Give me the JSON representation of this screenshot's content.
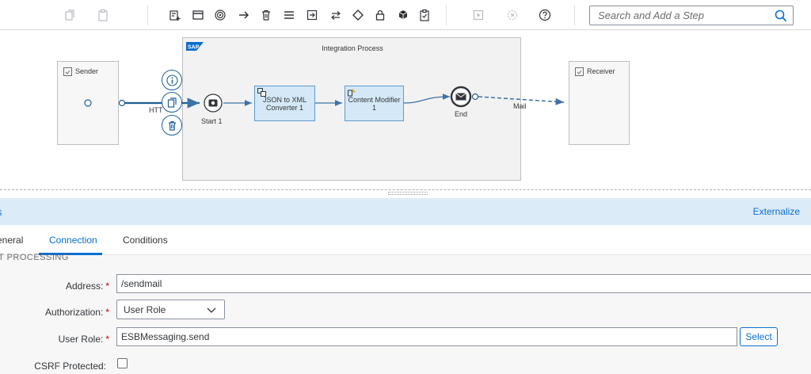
{
  "toolbar": {
    "icons": [
      "copy-icon",
      "paste-icon",
      "add-step-icon",
      "window-icon",
      "target-icon",
      "arrow-right-icon",
      "trash-icon",
      "menu-icon",
      "import-icon",
      "swap-icon",
      "diamond-icon",
      "lock-icon",
      "package-icon",
      "clipboard-icon",
      "run-icon",
      "cancel-icon",
      "help-icon"
    ],
    "search_placeholder": "Search and Add a Step"
  },
  "canvas": {
    "sender": {
      "title": "Sender"
    },
    "receiver": {
      "title": "Receiver"
    },
    "integration_process": {
      "title": "Integration Process",
      "logo_text": "SAP"
    },
    "sender_channel_label": "HTT",
    "start": {
      "label": "Start 1"
    },
    "json_step": {
      "line1": "JSON to XML",
      "line2": "Converter 1"
    },
    "content_step": {
      "line1": "Content Modifier",
      "line2": "1"
    },
    "end": {
      "label": "End"
    },
    "mail_label": "Mail"
  },
  "properties": {
    "header_left": "s",
    "externalize": "Externalize",
    "tabs": [
      {
        "label": "eneral"
      },
      {
        "label": "Connection"
      },
      {
        "label": "Conditions"
      }
    ],
    "section_cut": "T PROCESSING",
    "fields": {
      "address": {
        "label": "Address:",
        "value": "/sendmail"
      },
      "authorization": {
        "label": "Authorization:",
        "value": "User Role"
      },
      "user_role": {
        "label": "User Role:",
        "value": "ESBMessaging.send",
        "button": "Select"
      },
      "csrf": {
        "label": "CSRF Protected:"
      }
    },
    "required_mark": "*"
  },
  "colors": {
    "accent": "#0a6ed1",
    "step_fill": "#d4e8f7",
    "warning": "#e9a400",
    "required": "#bb0000"
  }
}
